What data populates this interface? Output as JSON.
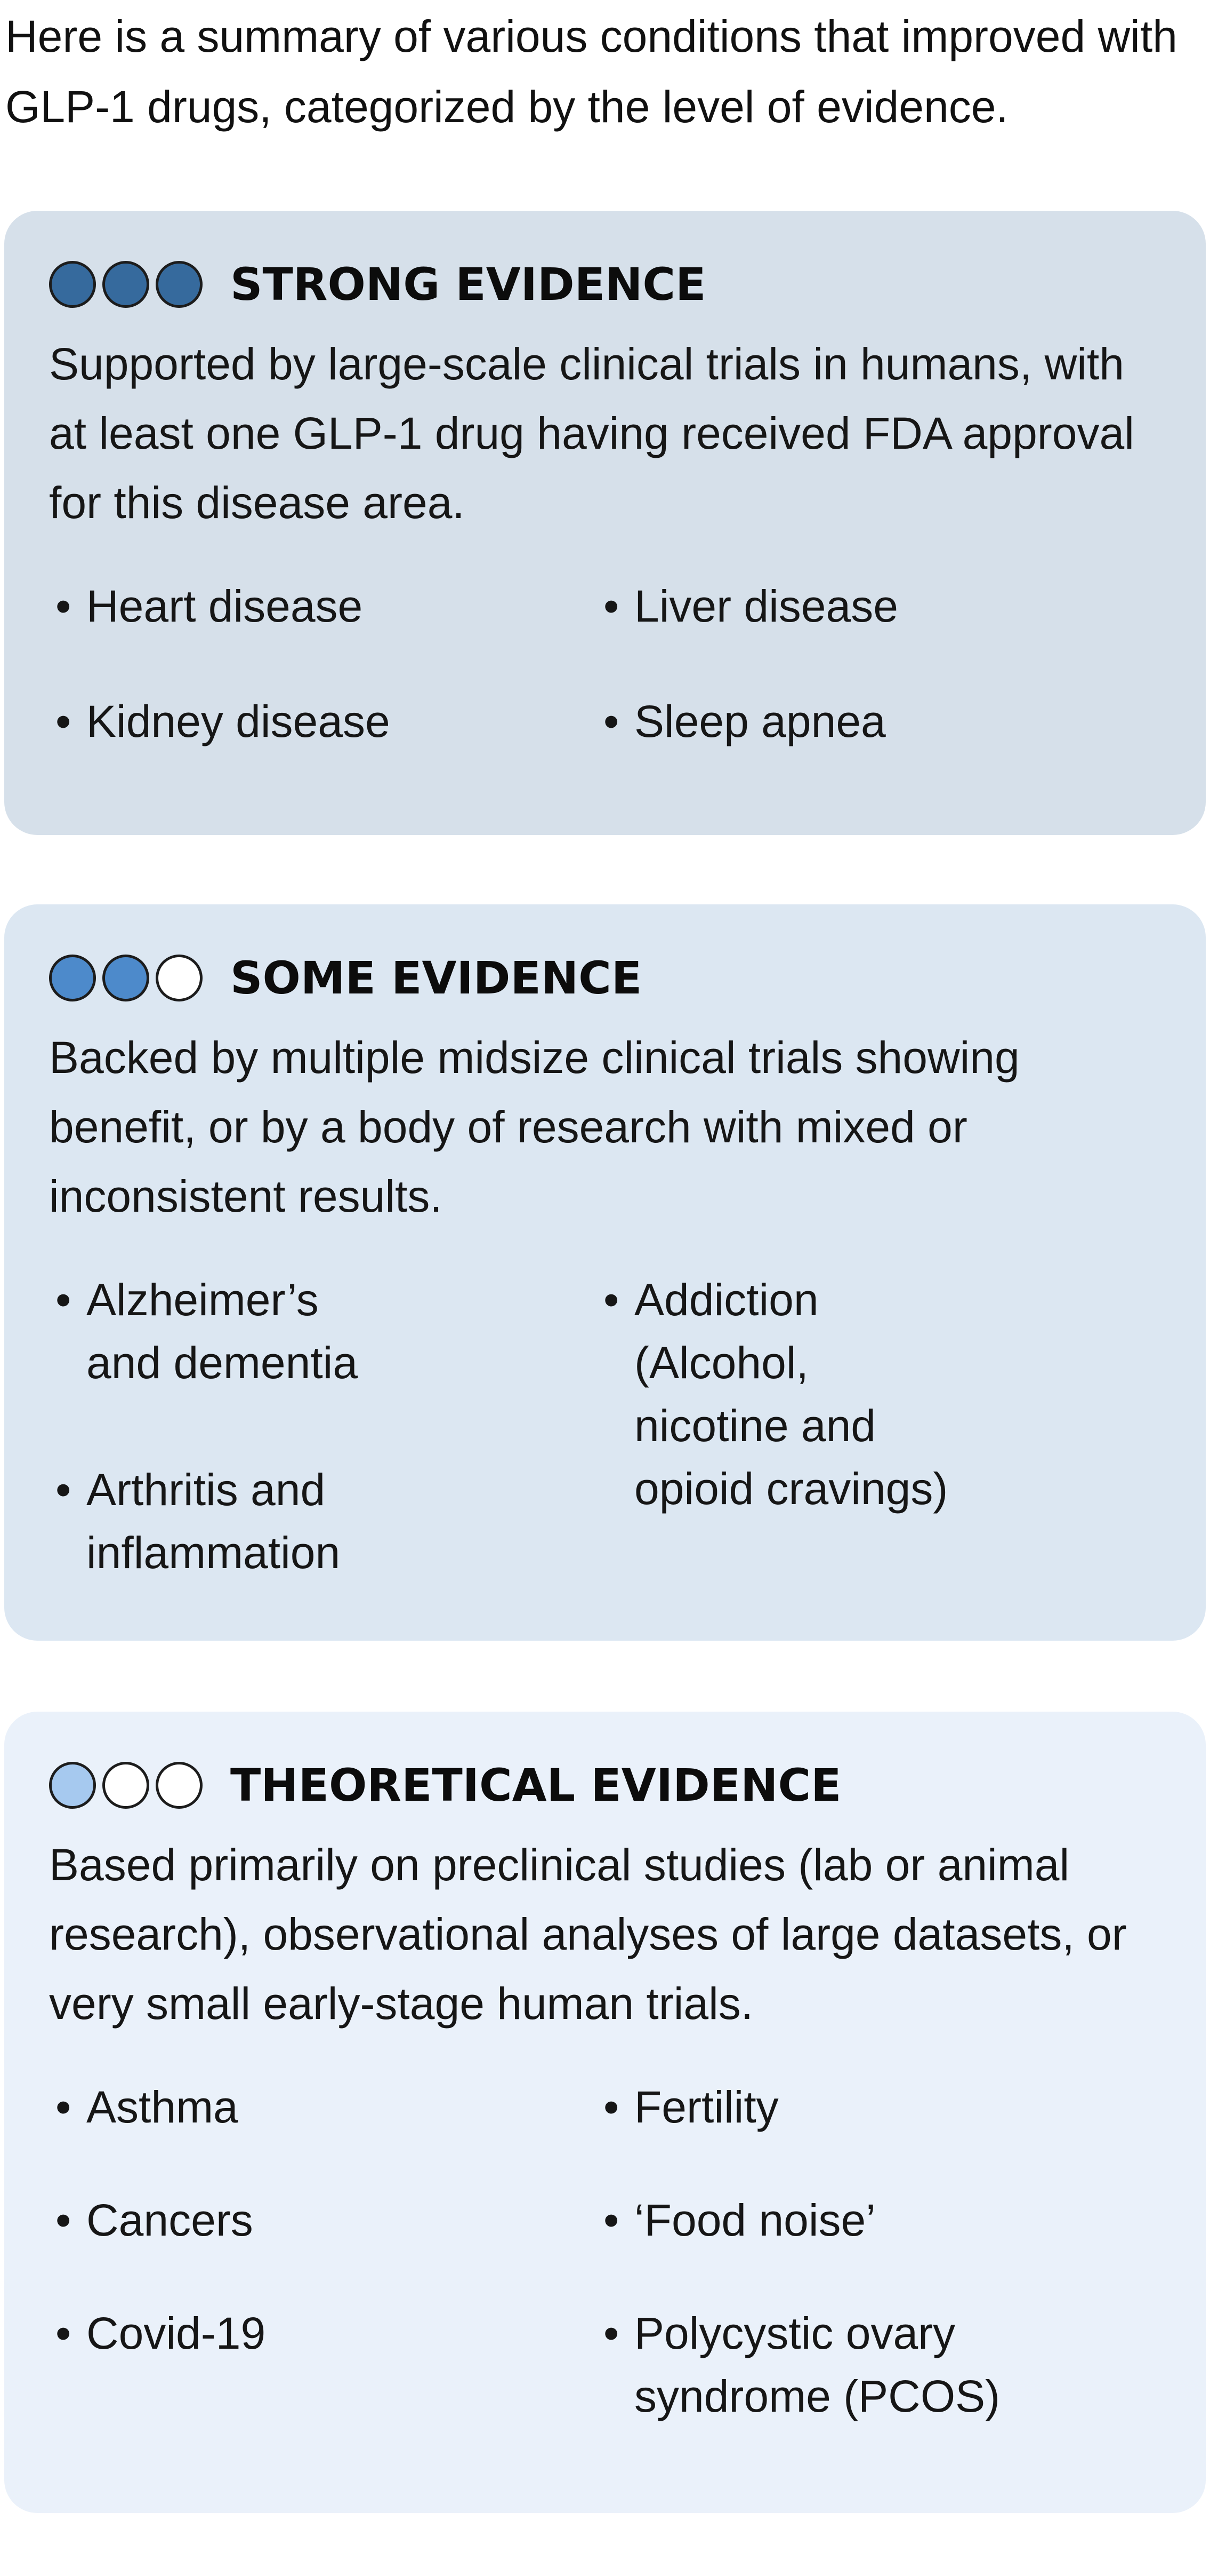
{
  "intro": "Here is a summary of various conditions that improved with GLP-1 drugs, categorized by the level of evidence.",
  "colors": {
    "dot_dark": "#366a9d",
    "dot_mid": "#4d8acb",
    "dot_light": "#a6c9ef",
    "dot_empty": "#ffffff",
    "card_strong_bg": "#d6e0ea",
    "card_some_bg": "#dce7f2",
    "card_theo_bg": "#eaf1fa"
  },
  "bullet_char": "•",
  "sections": [
    {
      "title": "STRONG EVIDENCE",
      "filled_dots": 3,
      "description": "Supported by large-scale clinical trials in humans, with at least one GLP-1 drug having received FDA approval for this disease area.",
      "items_left": [
        "Heart disease",
        "Kidney disease"
      ],
      "items_right": [
        "Liver disease",
        "Sleep apnea"
      ]
    },
    {
      "title": "SOME EVIDENCE",
      "filled_dots": 2,
      "description": "Backed by multiple midsize clinical trials showing benefit, or by a body of research with mixed or inconsistent results.",
      "items_left": [
        "Alzheimer’s\nand dementia",
        "Arthritis and\ninflammation"
      ],
      "items_right": [
        "Addiction\n(Alcohol,\nnicotine and\nopioid cravings)"
      ]
    },
    {
      "title": "THEORETICAL EVIDENCE",
      "filled_dots": 1,
      "description": "Based primarily on preclinical studies (lab or animal research), observational analyses of large datasets, or very small early-stage human trials.",
      "items_left": [
        "Asthma",
        "Cancers",
        "Covid-19"
      ],
      "items_right": [
        "Fertility",
        "‘Food noise’",
        "Polycystic ovary\nsyndrome (PCOS)"
      ]
    }
  ]
}
